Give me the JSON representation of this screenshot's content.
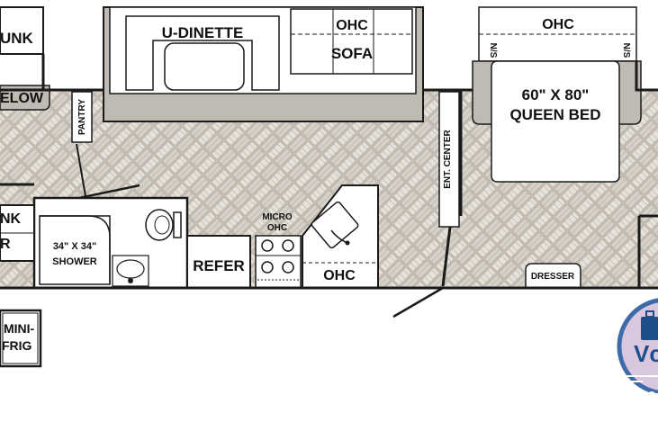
{
  "labels": {
    "bunk_top": "UNK",
    "pillow": "ELOW",
    "pantry": "PANTRY",
    "u_dinette": "U-DINETTE",
    "ohc_sofa": "OHC",
    "sofa": "SOFA",
    "ohc_bedroom": "OHC",
    "ns_left": "N/S",
    "ns_right": "N/S",
    "queen_bed_1": "60\" X 80\"",
    "queen_bed_2": "QUEEN BED",
    "ent_center": "ENT. CENTER",
    "bunk_bottom_1": "NK",
    "bunk_bottom_2": "R",
    "shower_1": "34\" X 34\"",
    "shower_2": "SHOWER",
    "refer": "REFER",
    "micro": "MICRO",
    "micro_ohc": "OHC",
    "ohc_kitchen": "OHC",
    "dresser": "DRESSER",
    "mini_frig_1": "MINI-",
    "mini_frig_2": "FRIG",
    "logo_text": "Vc"
  },
  "colors": {
    "floor": "#c9c3b8",
    "floor_pattern": "#e6e2da",
    "slide": "#bfbab2",
    "wall": "#1a1a1a",
    "logo_ring": "#3d6aa8",
    "logo_fill": "#d9c7dd"
  }
}
